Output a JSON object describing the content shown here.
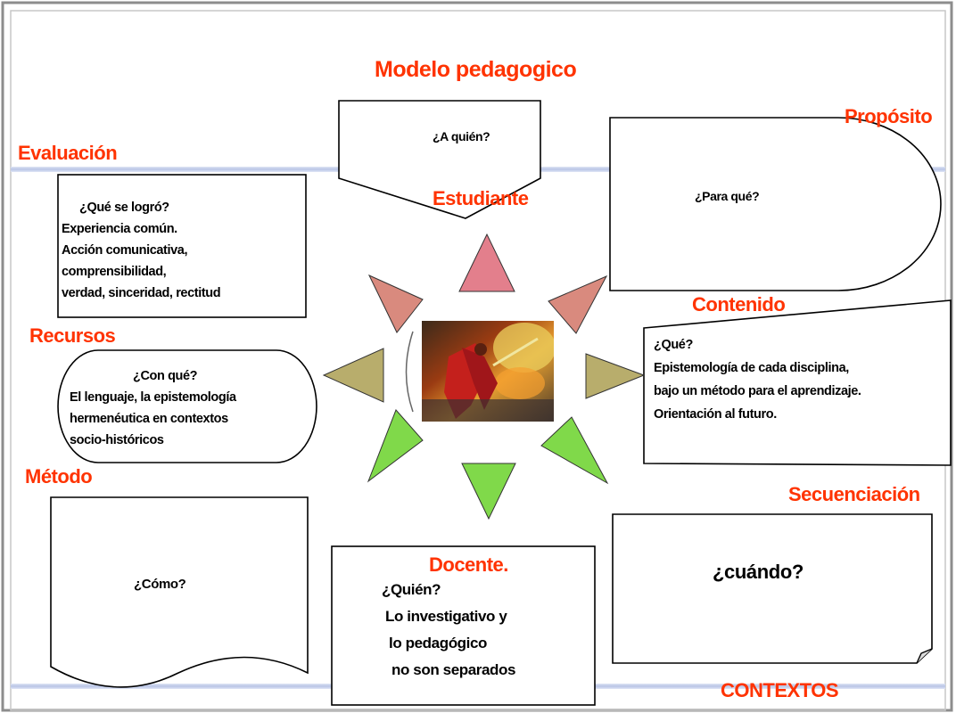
{
  "title": "Modelo pedagogico",
  "colors": {
    "accent_text": "#ff3300",
    "arrow_pink": "#e37f8c",
    "arrow_salmon": "#d98a7e",
    "arrow_olive": "#b8ad6c",
    "arrow_green": "#80d94a",
    "band_blue": "#c3cde8"
  },
  "nodes": {
    "estudiante": {
      "label": "Estudiante",
      "question": "¿A quién?"
    },
    "proposito": {
      "label": "Propósito",
      "question": "¿Para qué?"
    },
    "evaluacion": {
      "label": "Evaluación",
      "lines": [
        "¿Qué se logró?",
        "Experiencia común.",
        "Acción comunicativa,",
        "comprensibilidad,",
        " verdad, sinceridad, rectitud"
      ]
    },
    "contenido": {
      "label": "Contenido",
      "lines": [
        "¿Qué?",
        "Epistemología de cada disciplina,",
        " bajo un método para el aprendizaje.",
        "Orientación al futuro."
      ]
    },
    "recursos": {
      "label": "Recursos",
      "lines": [
        "¿Con qué?",
        "El lenguaje, la epistemología",
        "hermenéutica  en contextos",
        "socio-históricos"
      ]
    },
    "metodo": {
      "label": "Método",
      "question": "¿Cómo?"
    },
    "secuenciacion": {
      "label": "Secuenciación",
      "question": "¿cuándo?"
    },
    "docente": {
      "label": "Docente.",
      "lines": [
        "¿Quién?",
        "Lo investigativo y",
        "lo pedagógico",
        "no son separados"
      ]
    }
  },
  "footer": {
    "label": "CONTEXTOS"
  },
  "center_image": {
    "description_icon": "fantasy-warrior-image"
  }
}
